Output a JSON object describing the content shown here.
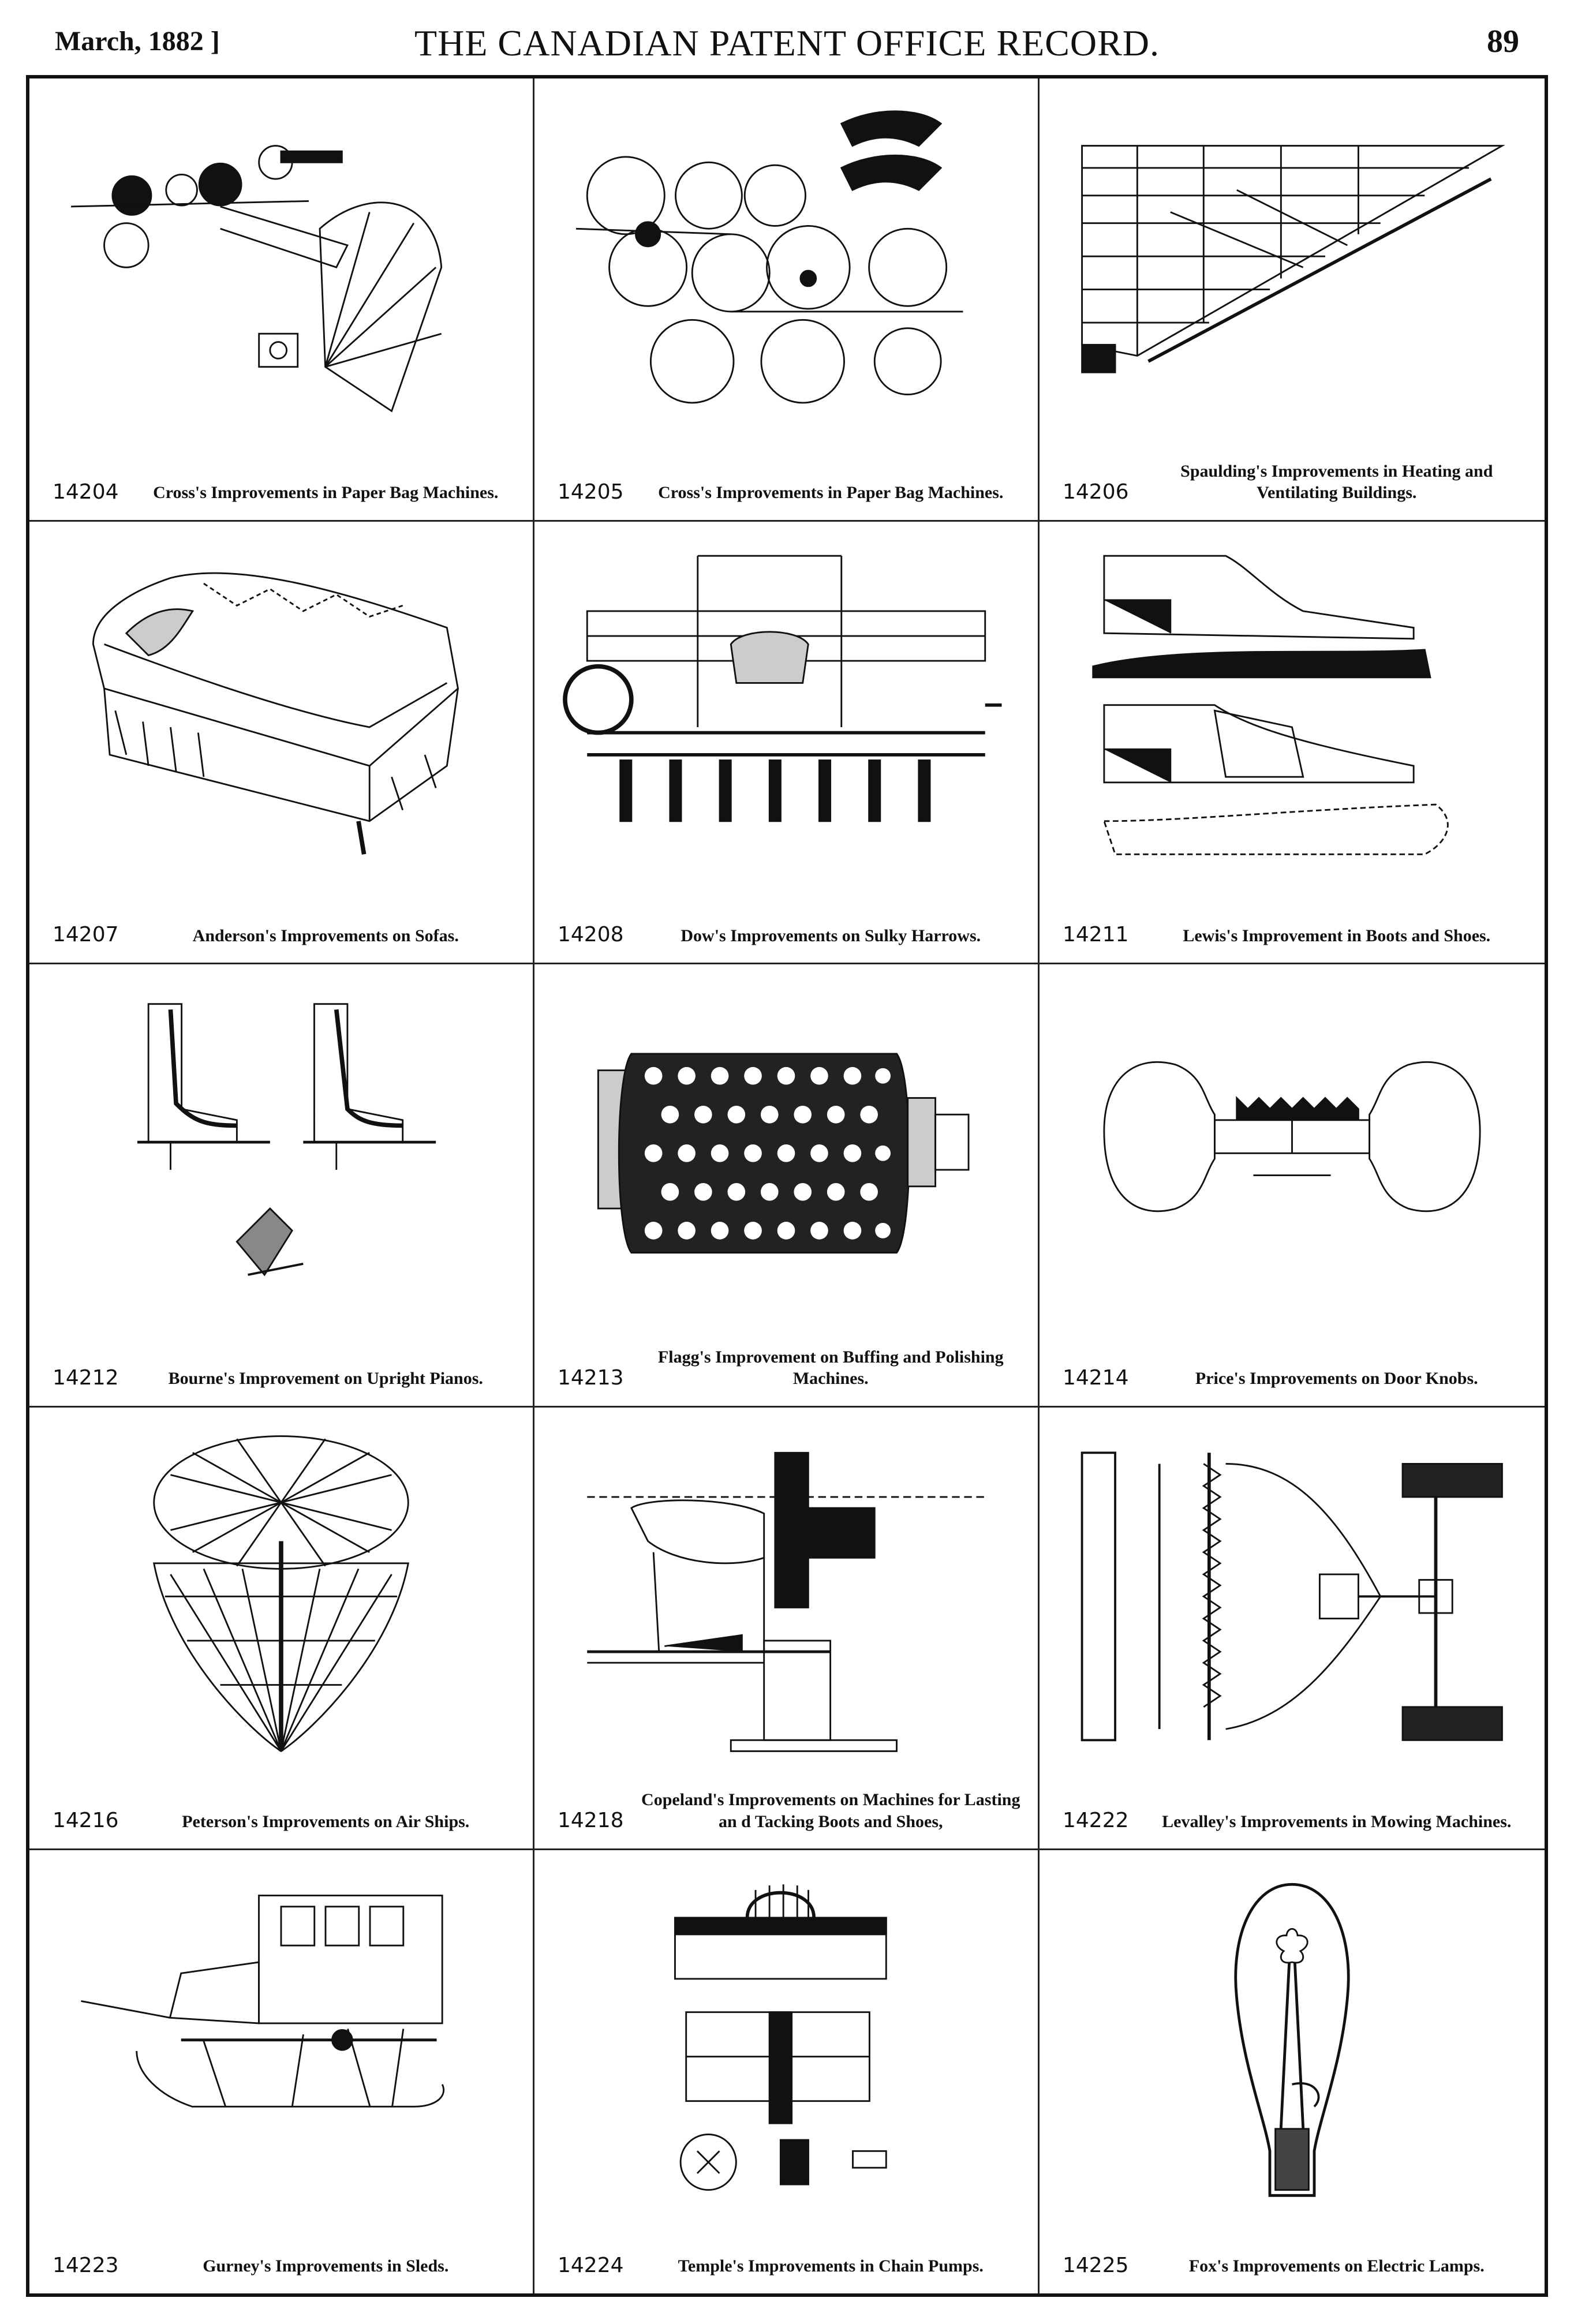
{
  "header": {
    "date": "March, 1882 ]",
    "title": "THE CANADIAN PATENT OFFICE RECORD.",
    "page": "89"
  },
  "patents": [
    {
      "number": "14204",
      "title": "Cross's Improvements in Paper Bag Machines.",
      "figure_icon": "paper-bag-machine-drawing-icon"
    },
    {
      "number": "14205",
      "title": "Cross's Improvements in Paper Bag Machines.",
      "figure_icon": "paper-bag-machine-rollers-drawing-icon"
    },
    {
      "number": "14206",
      "title": "Spaulding's Improvements in Heating and Ventilating Buildings.",
      "figure_icon": "building-frame-drawing-icon"
    },
    {
      "number": "14207",
      "title": "Anderson's Improvements on Sofas.",
      "figure_icon": "sofa-drawing-icon"
    },
    {
      "number": "14208",
      "title": "Dow's Improvements on Sulky Harrows.",
      "figure_icon": "harrow-drawing-icon"
    },
    {
      "number": "14211",
      "title": "Lewis's Improvement in Boots and Shoes.",
      "figure_icon": "boot-drawing-icon"
    },
    {
      "number": "14212",
      "title": "Bourne's Improvement on Upright Pianos.",
      "figure_icon": "piano-action-drawing-icon"
    },
    {
      "number": "14213",
      "title": "Flagg's Improvement on Buffing and Polishing Machines.",
      "figure_icon": "buffing-roller-drawing-icon"
    },
    {
      "number": "14214",
      "title": "Price's Improvements on Door Knobs.",
      "figure_icon": "door-knob-drawing-icon"
    },
    {
      "number": "14216",
      "title": "Peterson's Improvements on Air Ships.",
      "figure_icon": "air-ship-drawing-icon"
    },
    {
      "number": "14218",
      "title": "Copeland's Improvements on Machines for Lasting an d Tacking Boots and Shoes,",
      "figure_icon": "lasting-machine-drawing-icon"
    },
    {
      "number": "14222",
      "title": "Levalley's Improvements in Mowing Machines.",
      "figure_icon": "mowing-machine-drawing-icon"
    },
    {
      "number": "14223",
      "title": "Gurney's Improvements in Sleds.",
      "figure_icon": "sled-drawing-icon"
    },
    {
      "number": "14224",
      "title": "Temple's Improvements in Chain Pumps.",
      "figure_icon": "chain-pump-drawing-icon"
    },
    {
      "number": "14225",
      "title": "Fox's Improvements on Electric Lamps.",
      "figure_icon": "electric-lamp-drawing-icon"
    }
  ]
}
